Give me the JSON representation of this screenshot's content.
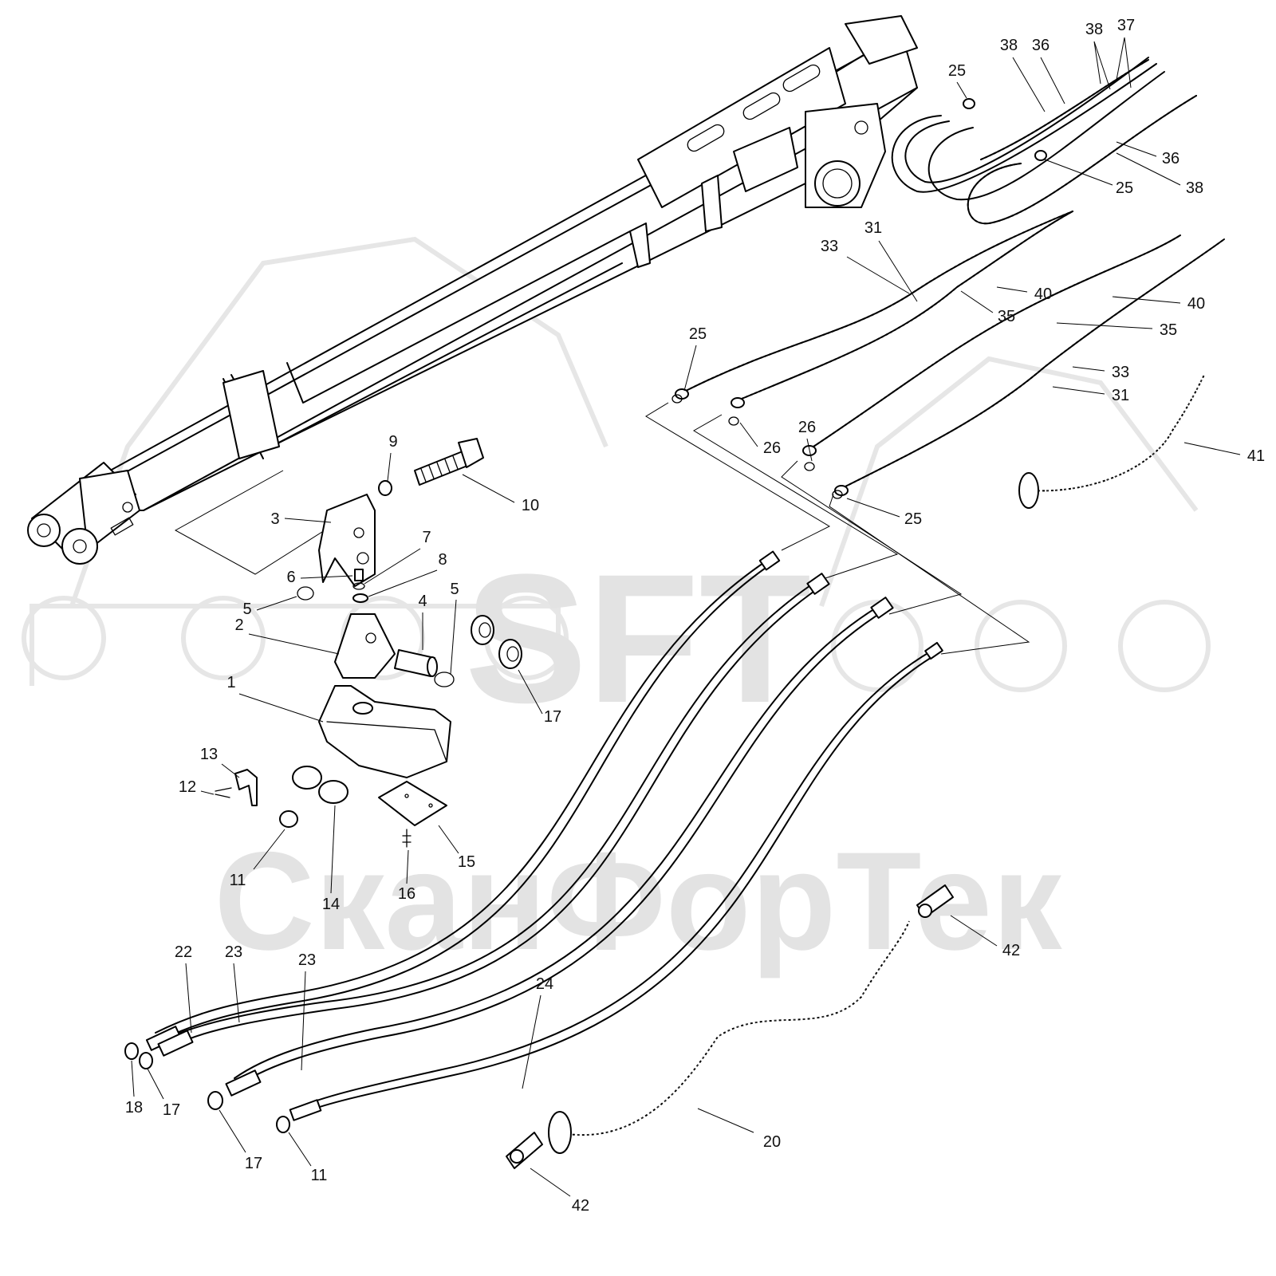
{
  "watermark": {
    "logo_text": "SFT",
    "brand_text": "СканФорТек"
  },
  "labels": {
    "p1": "1",
    "p2": "2",
    "p3": "3",
    "p4": "4",
    "p5a": "5",
    "p5b": "5",
    "p6": "6",
    "p7": "7",
    "p8": "8",
    "p9": "9",
    "p10": "10",
    "p11a": "11",
    "p11b": "11",
    "p12": "12",
    "p13": "13",
    "p14": "14",
    "p15": "15",
    "p16": "16",
    "p17a": "17",
    "p17b": "17",
    "p17c": "17",
    "p18": "18",
    "p20": "20",
    "p22": "22",
    "p23a": "23",
    "p23b": "23",
    "p24": "24",
    "p25a": "25",
    "p25b": "25",
    "p25c": "25",
    "p25d": "25",
    "p26a": "26",
    "p26b": "26",
    "p31a": "31",
    "p31b": "31",
    "p33a": "33",
    "p33b": "33",
    "p35a": "35",
    "p35b": "35",
    "p36a": "36",
    "p36b": "36",
    "p37": "37",
    "p38a": "38",
    "p38b": "38",
    "p38c": "38",
    "p40a": "40",
    "p40b": "40",
    "p41": "41",
    "p42a": "42",
    "p42b": "42"
  }
}
